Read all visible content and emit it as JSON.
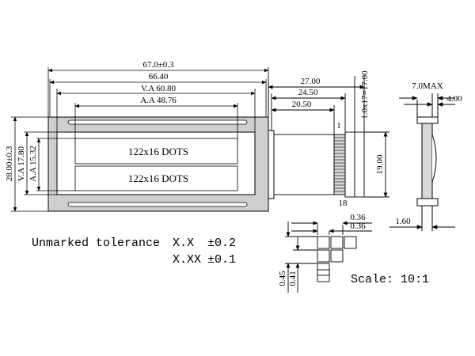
{
  "dimensions": {
    "overall_width": "67.0±0.3",
    "bezel_width": "66.40",
    "viewing_area": "V.A 60.80",
    "active_area": "A.A 48.76",
    "to_pcb_edge": "27.00",
    "to_pin_row": "24.50",
    "to_pin_start": "20.50",
    "pin_pitch": "1.0x17=17.00",
    "pin_span": "19.00",
    "overall_height": "28.00±0.3",
    "va_height": "V.A 17.80",
    "aa_height": "A.A 15.32",
    "thickness": "7.0MAX",
    "side_offset": "4.00",
    "side_base": "1.60",
    "dot_size_1": "0.36",
    "dot_size_2": "0.36",
    "dot_pitch_1": "0.45",
    "dot_pitch_2": "0.41"
  },
  "display_rows": [
    "122x16 DOTS",
    "122x16 DOTS"
  ],
  "pins": {
    "first": "1",
    "last": "18"
  },
  "tolerance": {
    "label": "Unmarked tolerance",
    "one_decimal_format": "X.X",
    "one_decimal_value": "±0.2",
    "two_decimal_format": "X.XX",
    "two_decimal_value": "±0.1"
  },
  "scale": "Scale: 10:1"
}
